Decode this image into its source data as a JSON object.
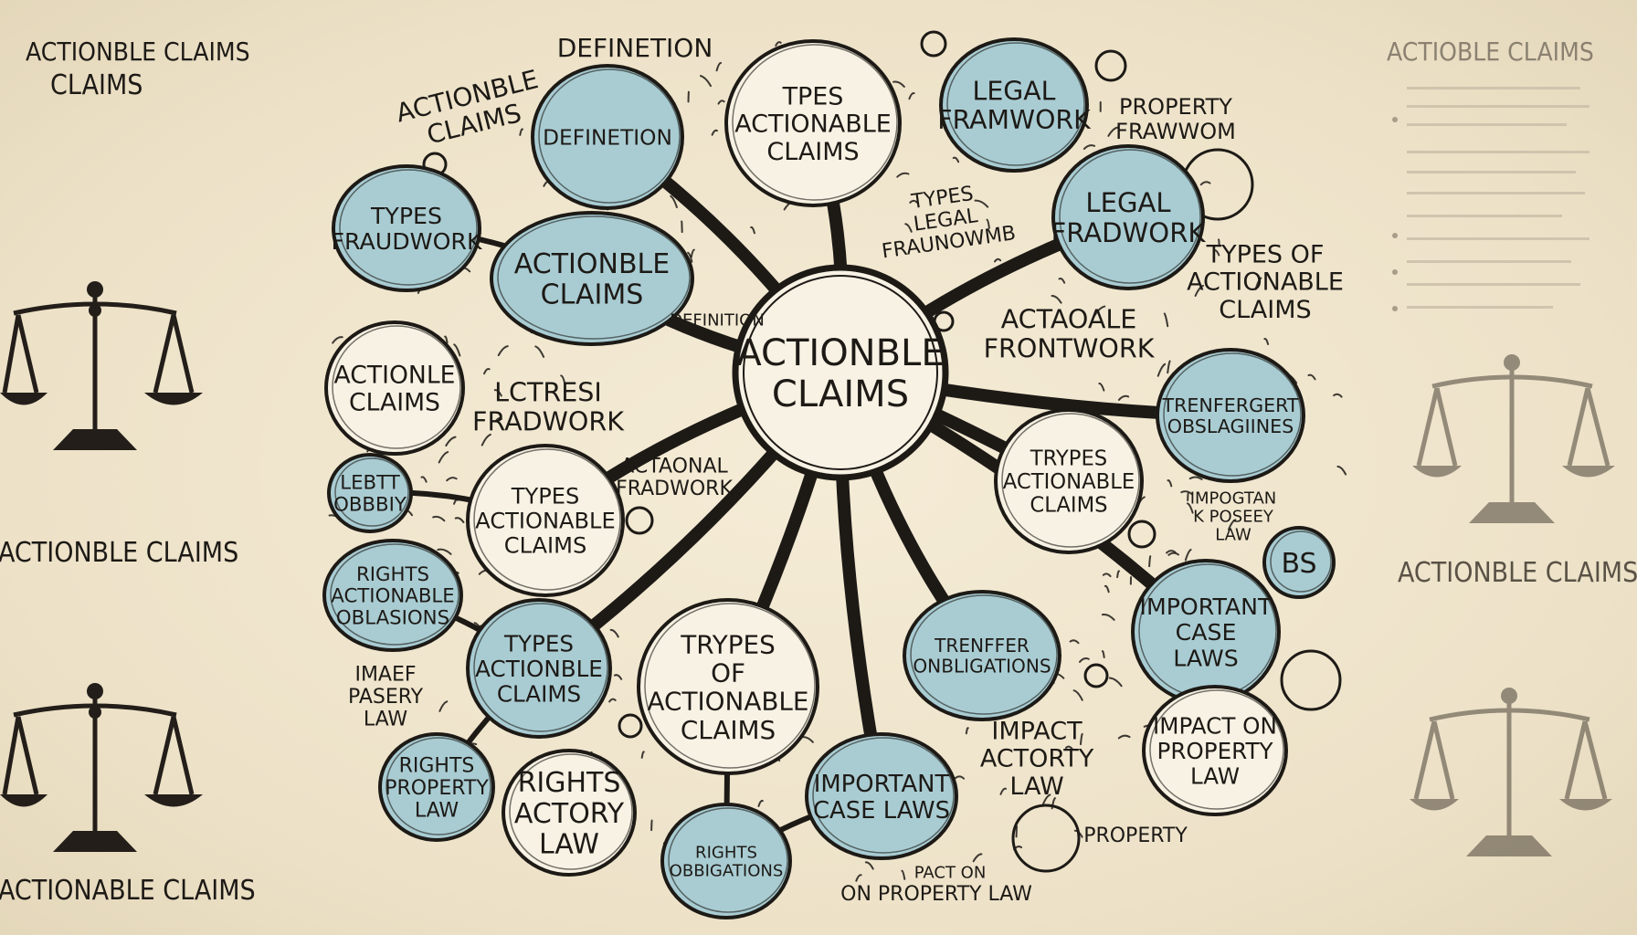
{
  "side_labels": {
    "top_left": [
      "ACTIONBLE CLAIMS",
      "CLAIMS"
    ],
    "top_right": "ACTIOBLE CLAIMS",
    "mid_left": "ACTIONBLE CLAIMS",
    "mid_right": "ACTIONBLE CLAIMS",
    "bottom_left": "ACTIONABLE CLAIMS"
  },
  "center_node": {
    "lines": [
      "ACTIONBLE",
      "CLAIMS"
    ]
  },
  "nodes": [
    {
      "id": "definetion",
      "lines": [
        "DEFINETION"
      ],
      "style": "blue"
    },
    {
      "id": "types-actionable-top",
      "lines": [
        "TPES",
        "ACTIONABLE",
        "CLAIMS"
      ],
      "style": "white"
    },
    {
      "id": "legal-framework-top",
      "lines": [
        "LEGAL",
        "FRAMWORK"
      ],
      "style": "blue"
    },
    {
      "id": "types-framework",
      "lines": [
        "TYPES",
        "FRAUDWORK"
      ],
      "style": "blue"
    },
    {
      "id": "actionable-claims-cloud",
      "lines": [
        "ACTIONBLE",
        "CLAIMS"
      ],
      "style": "blue"
    },
    {
      "id": "legal-framework-right",
      "lines": [
        "LEGAL",
        "FRADWORK"
      ],
      "style": "blue"
    },
    {
      "id": "actaoale-framework",
      "lines": [
        "ACTAOALE",
        "FRONTWORK"
      ],
      "style": "plain"
    },
    {
      "id": "actionle-claims",
      "lines": [
        "ACTIONLE",
        "CLAIMS"
      ],
      "style": "white"
    },
    {
      "id": "lctresi-framework",
      "lines": [
        "LCTRESI",
        "FRADWORK"
      ],
      "style": "plain"
    },
    {
      "id": "transfer-obligations-right",
      "lines": [
        "TRENFERGERT",
        "OBSLAGIINES"
      ],
      "style": "blue"
    },
    {
      "id": "legit-small",
      "lines": [
        "LEBTT",
        "OBBBIY"
      ],
      "style": "blue"
    },
    {
      "id": "types-actionable-left",
      "lines": [
        "TYPES",
        "ACTIONABLE",
        "CLAIMS"
      ],
      "style": "white"
    },
    {
      "id": "types-actionable-right",
      "lines": [
        "TRYPES",
        "ACTIONABLE",
        "CLAIMS"
      ],
      "style": "white"
    },
    {
      "id": "rights-obligations-left",
      "lines": [
        "RIGHTS",
        "ACTIONABLE",
        "OBLASIONS"
      ],
      "style": "blue"
    },
    {
      "id": "important-case-laws-right",
      "lines": [
        "IMPORTANT",
        "CASE",
        "LAWS"
      ],
      "style": "blue"
    },
    {
      "id": "types-actionable-bl",
      "lines": [
        "TYPES",
        "ACTIONBLE",
        "CLAIMS"
      ],
      "style": "blue"
    },
    {
      "id": "trypes-of-actionable",
      "lines": [
        "TRYPES",
        "OF",
        "ACTIONABLE",
        "CLAIMS"
      ],
      "style": "white"
    },
    {
      "id": "transfer-obligations-bottom",
      "lines": [
        "TRENFFER",
        "ONBLIGATIONS"
      ],
      "style": "blue"
    },
    {
      "id": "rights-property-law",
      "lines": [
        "RIGHTS",
        "PROPERTY",
        "LAW"
      ],
      "style": "blue"
    },
    {
      "id": "rights-actory-law",
      "lines": [
        "RIGHTS",
        "ACTORY",
        "LAW"
      ],
      "style": "white"
    },
    {
      "id": "important-case-laws-bottom",
      "lines": [
        "IMPORTANT",
        "CASE LAWS"
      ],
      "style": "blue"
    },
    {
      "id": "rights-obligations-bottom",
      "lines": [
        "RIGHTS",
        "OBBIGATIONS"
      ],
      "style": "blue"
    },
    {
      "id": "impact-on-property-law",
      "lines": [
        "IMPACT ON",
        "PROPERTY",
        "LAW"
      ],
      "style": "white"
    },
    {
      "id": "bs-badge",
      "lines": [
        "BS"
      ],
      "style": "blue"
    }
  ],
  "free_labels": [
    {
      "id": "definetion-top",
      "lines": [
        "DEFINETION"
      ]
    },
    {
      "id": "actionble-claims-tilted",
      "lines": [
        "ACTIONBLE",
        "CLAIMS"
      ]
    },
    {
      "id": "property-frawwom",
      "lines": [
        "PROPERTY",
        "FRAWWOM"
      ]
    },
    {
      "id": "types-legal-fraunowmb",
      "lines": [
        "TYPES",
        "LEGAL",
        "FRAUNOWMB"
      ]
    },
    {
      "id": "types-of-actionable",
      "lines": [
        "TYPES OF",
        "ACTIONABLE",
        "CLAIMS"
      ]
    },
    {
      "id": "definition-small",
      "lines": [
        "DEFINITION"
      ]
    },
    {
      "id": "actaonal-fradwork",
      "lines": [
        "ACTAONAL",
        "FRADWORK"
      ]
    },
    {
      "id": "impogtan-law",
      "lines": [
        "IMPOGTAN",
        "K POSEEY",
        "LAW"
      ]
    },
    {
      "id": "imaef-pasery-law",
      "lines": [
        "IMAEF",
        "PASERY",
        "LAW"
      ]
    },
    {
      "id": "impact-actorty-law",
      "lines": [
        "IMPACT",
        "ACTORTY",
        "LAW"
      ]
    },
    {
      "id": "property-bottom",
      "lines": [
        "PROPERTY"
      ]
    },
    {
      "id": "pact-on",
      "lines": [
        "PACT ON"
      ]
    },
    {
      "id": "on-property-law",
      "lines": [
        "ON PROPERTY LAW"
      ]
    }
  ],
  "colors": {
    "background": "#f1e7d0",
    "ink": "#1d1a16",
    "node_blue": "#a9ccd3",
    "node_white": "#f8f2e4",
    "faded_ink": "#8b8171"
  }
}
